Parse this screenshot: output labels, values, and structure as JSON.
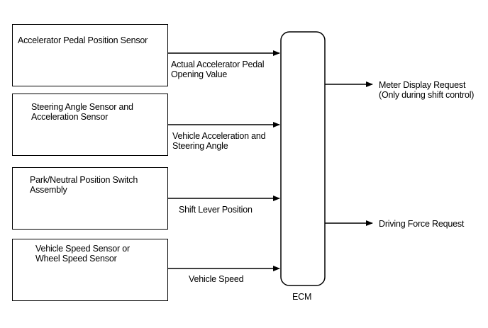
{
  "inputs": [
    {
      "label": "Accelerator Pedal Position Sensor",
      "signal": "Actual Accelerator Pedal\nOpening Value"
    },
    {
      "label": "Steering Angle Sensor and\nAcceleration Sensor",
      "signal": "Vehicle Acceleration and\nSteering Angle"
    },
    {
      "label": "Park/Neutral Position Switch\nAssembly",
      "signal": "Shift Lever Position"
    },
    {
      "label": "Vehicle Speed Sensor or\nWheel Speed Sensor",
      "signal": "Vehicle Speed"
    }
  ],
  "ecm": {
    "label": "ECM"
  },
  "outputs": [
    {
      "label": "Meter Display Request\n(Only during shift control)"
    },
    {
      "label": "Driving Force Request"
    }
  ]
}
